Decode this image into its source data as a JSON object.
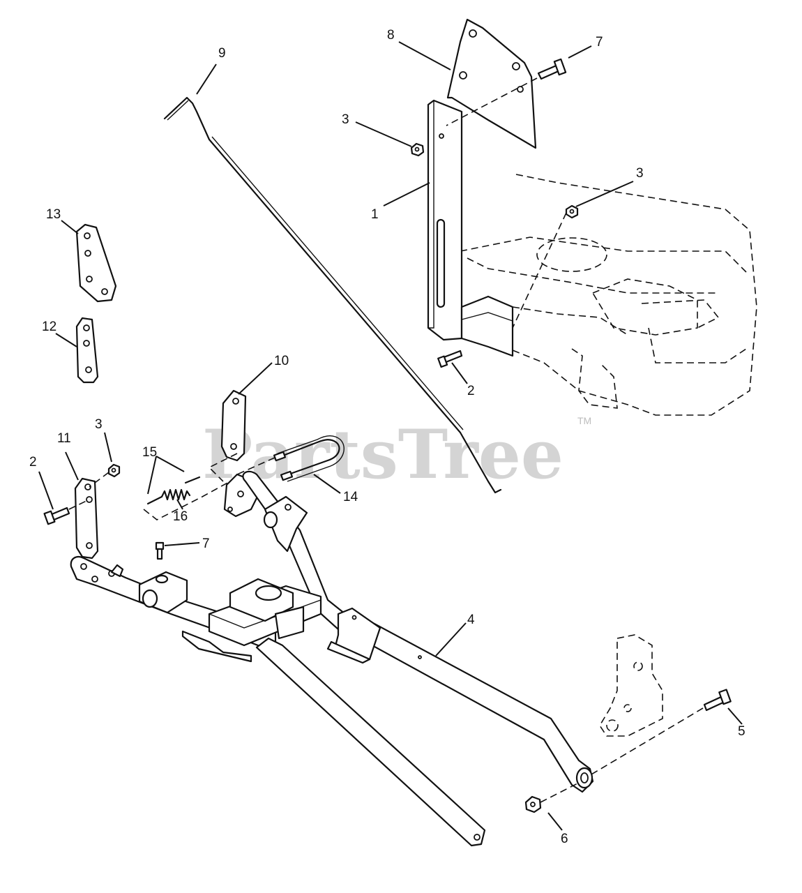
{
  "watermark": {
    "text": "PartsTree",
    "trademark": "TM"
  },
  "callouts": [
    {
      "id": "c1",
      "label": "1"
    },
    {
      "id": "c2a",
      "label": "2"
    },
    {
      "id": "c2b",
      "label": "2"
    },
    {
      "id": "c3a",
      "label": "3"
    },
    {
      "id": "c3b",
      "label": "3"
    },
    {
      "id": "c3c",
      "label": "3"
    },
    {
      "id": "c4",
      "label": "4"
    },
    {
      "id": "c5",
      "label": "5"
    },
    {
      "id": "c6",
      "label": "6"
    },
    {
      "id": "c7a",
      "label": "7"
    },
    {
      "id": "c7b",
      "label": "7"
    },
    {
      "id": "c8",
      "label": "8"
    },
    {
      "id": "c9",
      "label": "9"
    },
    {
      "id": "c10",
      "label": "10"
    },
    {
      "id": "c11",
      "label": "11"
    },
    {
      "id": "c12",
      "label": "12"
    },
    {
      "id": "c13",
      "label": "13"
    },
    {
      "id": "c14",
      "label": "14"
    },
    {
      "id": "c15",
      "label": "15"
    },
    {
      "id": "c16",
      "label": "16"
    }
  ]
}
